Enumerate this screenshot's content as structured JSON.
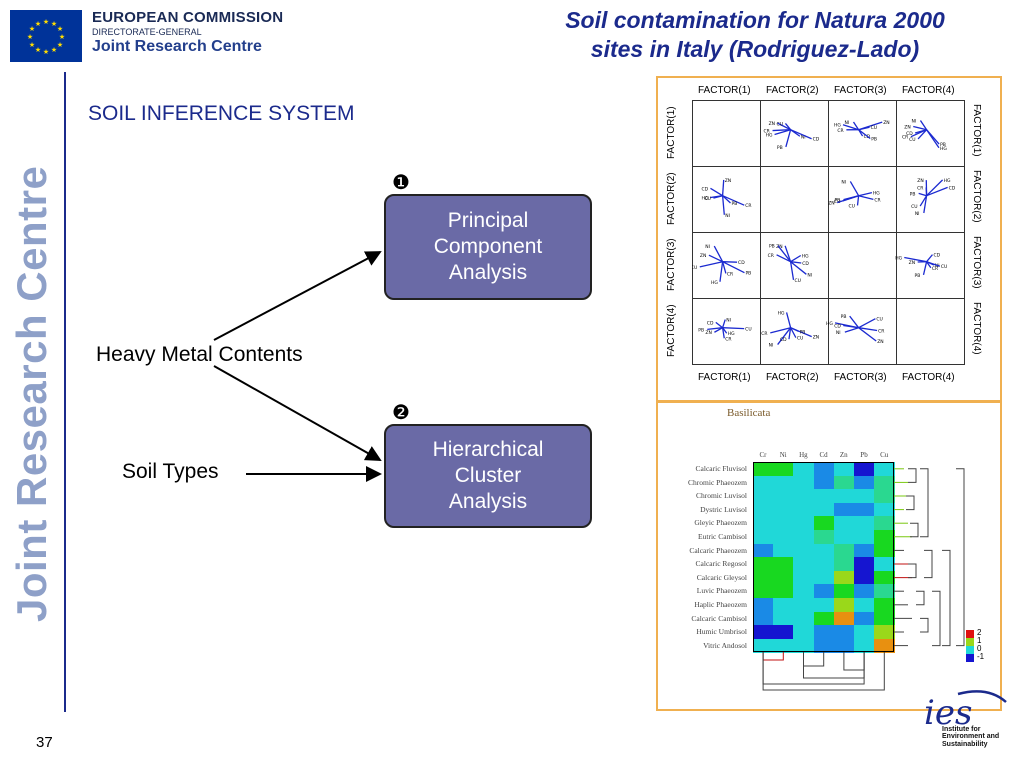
{
  "header": {
    "org_line1": "EUROPEAN COMMISSION",
    "org_line2": "DIRECTORATE-GENERAL",
    "org_line3": "Joint Research Centre"
  },
  "title_line1": "Soil contamination for Natura 2000",
  "title_line2": "sites in Italy (Rodriguez-Lado)",
  "subtitle": "SOIL INFERENCE SYSTEM",
  "side_text": "Joint Research Centre",
  "page_number": "37",
  "diagram": {
    "step1": "❶",
    "step2": "❷",
    "pca_line1": "Principal",
    "pca_line2": "Component",
    "pca_line3": "Analysis",
    "hca_line1": "Hierarchical",
    "hca_line2": "Cluster",
    "hca_line3": "Analysis",
    "input1": "Heavy Metal Contents",
    "input2": "Soil Types"
  },
  "factor_plot": {
    "top_labels": [
      "FACTOR(1)",
      "FACTOR(2)",
      "FACTOR(3)",
      "FACTOR(4)"
    ],
    "left_labels": [
      "FACTOR(1)",
      "FACTOR(2)",
      "FACTOR(3)",
      "FACTOR(4)"
    ],
    "right_labels": [
      "FACTOR(1)",
      "FACTOR(2)",
      "FACTOR(3)",
      "FACTOR(4)"
    ],
    "bottom_labels": [
      "FACTOR(1)",
      "FACTOR(2)",
      "FACTOR(3)",
      "FACTOR(4)"
    ],
    "metals": [
      "CR",
      "NI",
      "HG",
      "CD",
      "ZN",
      "PB",
      "CU"
    ]
  },
  "heatmap": {
    "title": "Basilicata",
    "columns": [
      "Cr",
      "Ni",
      "Hg",
      "Cd",
      "Zn",
      "Pb",
      "Cu"
    ],
    "rows": [
      "Calcaric Fluvisol",
      "Chromic Phaeozem",
      "Chromic Luvisol",
      "Dystric Luvisol",
      "Gleyic Phaeozem",
      "Eutric Cambisol",
      "Calcaric Phaeozem",
      "Calcaric Regosol",
      "Calcaric Gleysol",
      "Luvic Phaeozem",
      "Haplic Phaeozem",
      "Calcaric Cambisol",
      "Humic Umbrisol",
      "Vitric Andosol"
    ],
    "legend": [
      "2",
      "1",
      "0",
      "-1"
    ],
    "legend_colors": [
      "#e01010",
      "#9ad81a",
      "#20d8d8",
      "#1515d0"
    ]
  },
  "logo": {
    "name": "ies",
    "line1": "Institute for",
    "line2": "Environment and",
    "line3": "Sustainability"
  },
  "colors": {
    "title_blue": "#1b2a8c",
    "box_fill": "#6a6aa6",
    "panel_border": "#f0b050",
    "side_text": "#8ea0c8"
  }
}
